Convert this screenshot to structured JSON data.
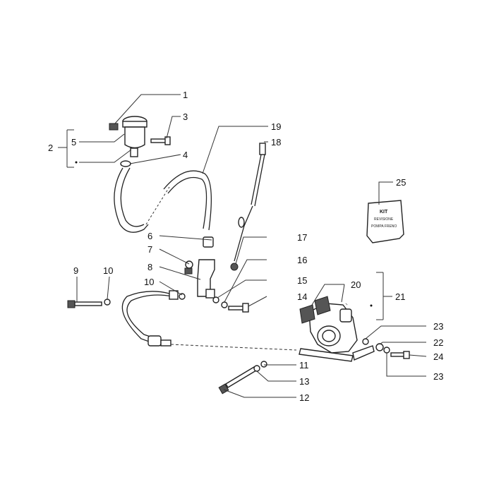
{
  "callouts": [
    {
      "id": "c1",
      "label": "1"
    },
    {
      "id": "c2",
      "label": "2"
    },
    {
      "id": "c3",
      "label": "3"
    },
    {
      "id": "c4",
      "label": "4"
    },
    {
      "id": "c5",
      "label": "5"
    },
    {
      "id": "c6",
      "label": "6"
    },
    {
      "id": "c7",
      "label": "7"
    },
    {
      "id": "c8",
      "label": "8"
    },
    {
      "id": "c9",
      "label": "9"
    },
    {
      "id": "c10a",
      "label": "10"
    },
    {
      "id": "c10b",
      "label": "10"
    },
    {
      "id": "c11",
      "label": "11"
    },
    {
      "id": "c12",
      "label": "12"
    },
    {
      "id": "c13",
      "label": "13"
    },
    {
      "id": "c14",
      "label": "14"
    },
    {
      "id": "c15",
      "label": "15"
    },
    {
      "id": "c16",
      "label": "16"
    },
    {
      "id": "c17",
      "label": "17"
    },
    {
      "id": "c18",
      "label": "18"
    },
    {
      "id": "c19",
      "label": "19"
    },
    {
      "id": "c20",
      "label": "20"
    },
    {
      "id": "c21",
      "label": "21"
    },
    {
      "id": "c22",
      "label": "22"
    },
    {
      "id": "c23a",
      "label": "23"
    },
    {
      "id": "c23b",
      "label": "23"
    },
    {
      "id": "c24",
      "label": "24"
    },
    {
      "id": "c25",
      "label": "25"
    }
  ],
  "kit": {
    "title": "KIT",
    "line1": "REVISIONE",
    "line2": "POMPA FRENO"
  }
}
